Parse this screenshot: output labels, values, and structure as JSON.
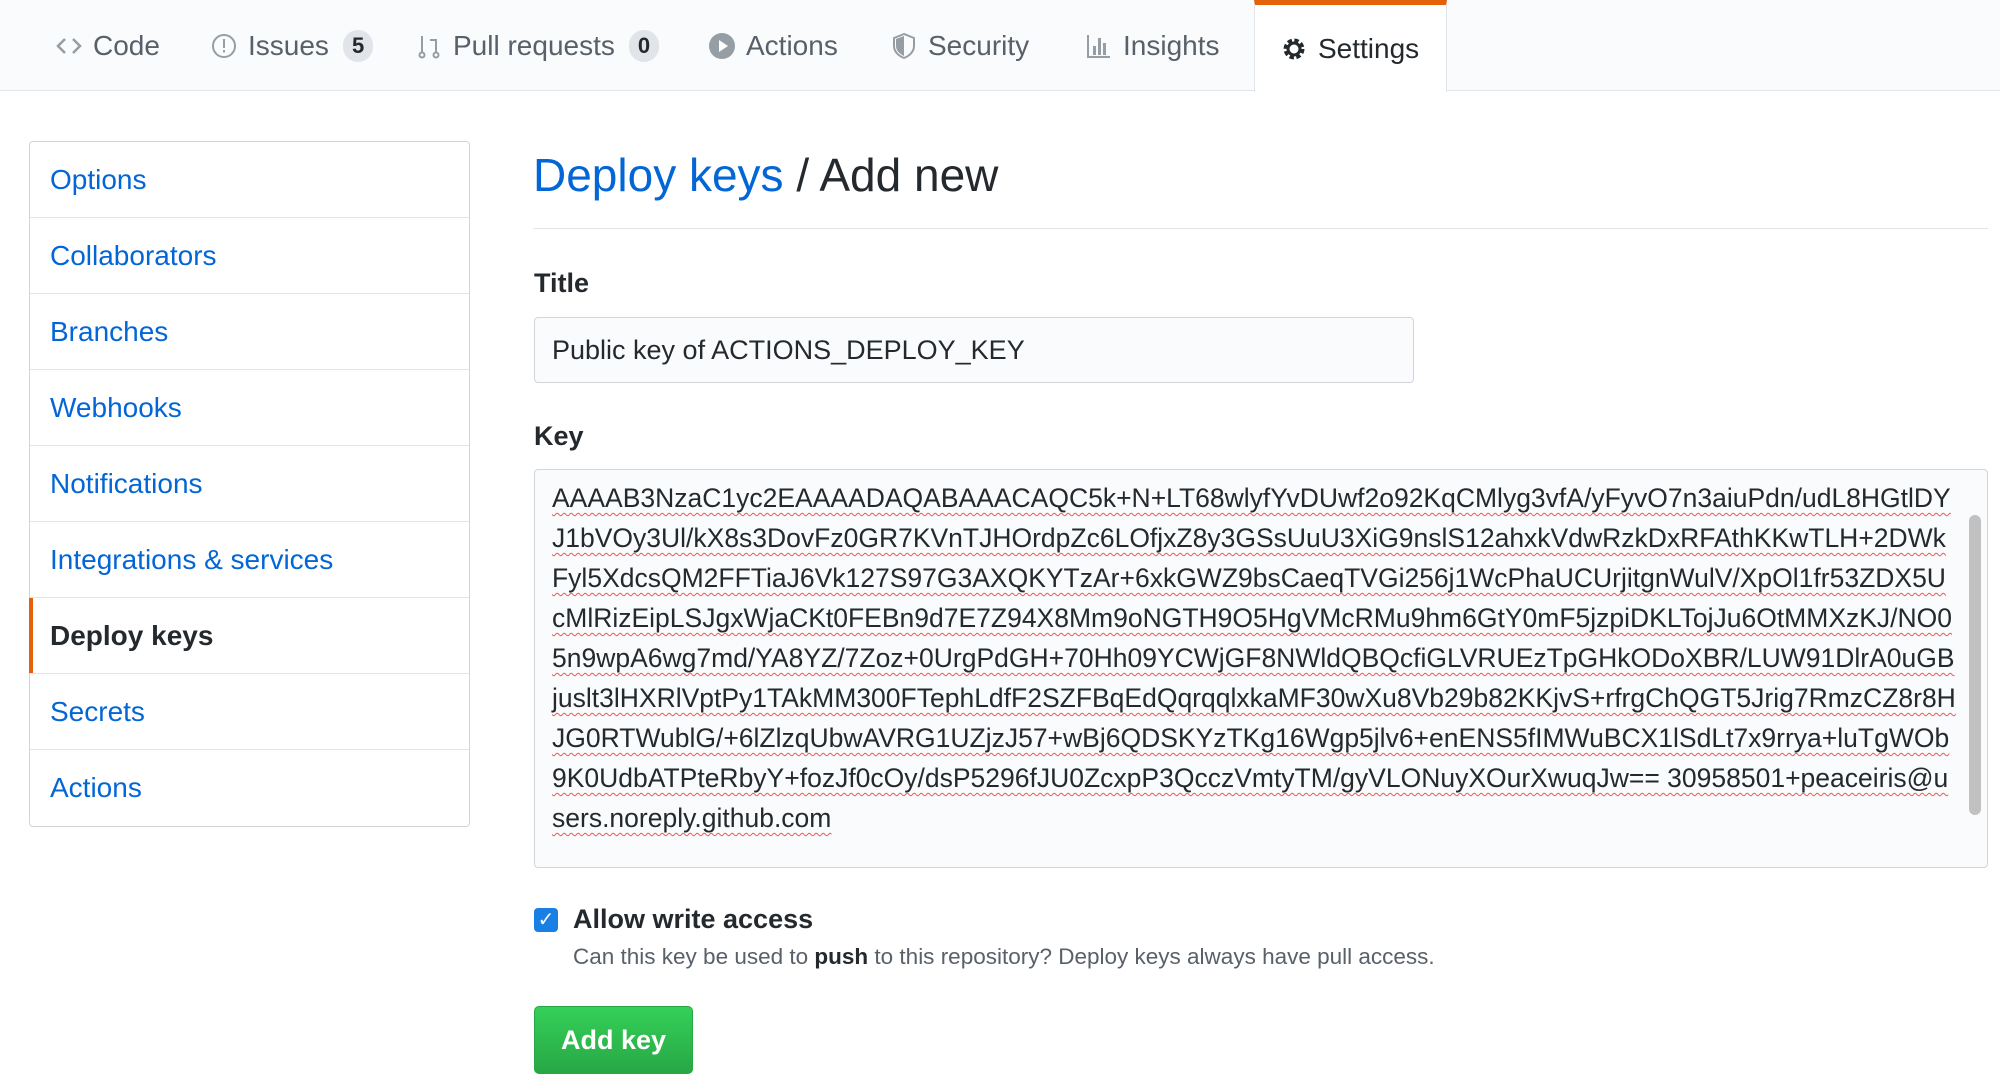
{
  "nav": {
    "tabs": [
      {
        "label": "Code",
        "icon": "code-icon"
      },
      {
        "label": "Issues",
        "icon": "issue-icon",
        "count": "5"
      },
      {
        "label": "Pull requests",
        "icon": "pull-request-icon",
        "count": "0"
      },
      {
        "label": "Actions",
        "icon": "play-icon"
      },
      {
        "label": "Security",
        "icon": "shield-icon"
      },
      {
        "label": "Insights",
        "icon": "graph-icon"
      },
      {
        "label": "Settings",
        "icon": "gear-icon",
        "selected": true
      }
    ]
  },
  "sidebar": {
    "items": [
      {
        "label": "Options"
      },
      {
        "label": "Collaborators"
      },
      {
        "label": "Branches"
      },
      {
        "label": "Webhooks"
      },
      {
        "label": "Notifications"
      },
      {
        "label": "Integrations & services"
      },
      {
        "label": "Deploy keys",
        "selected": true
      },
      {
        "label": "Secrets"
      },
      {
        "label": "Actions"
      }
    ]
  },
  "header": {
    "link": "Deploy keys",
    "separator": " / ",
    "title": "Add new"
  },
  "form": {
    "title_label": "Title",
    "title_value": "Public key of ACTIONS_DEPLOY_KEY",
    "key_label": "Key",
    "key_value": "AAAAB3NzaC1yc2EAAAADAQABAAACAQC5k+N+LT68wlyfYvDUwf2o92KqCMlyg3vfA/yFyvO7n3aiuPdn/udL8HGtlDYJ1bVOy3Ul/kX8s3DovFz0GR7KVnTJHOrdpZc6LOfjxZ8y3GSsUuU3XiG9nslS12ahxkVdwRzkDxRFAthKKwTLH+2DWkFyl5XdcsQM2FFTiaJ6Vk127S97G3AXQKYTzAr+6xkGWZ9bsCaeqTVGi256j1WcPhaUCUrjitgnWulV/XpOl1fr53ZDX5UcMlRizEipLSJgxWjaCKt0FEBn9d7E7Z94X8Mm9oNGTH9O5HgVMcRMu9hm6GtY0mF5jzpiDKLTojJu6OtMMXzKJ/NO05n9wpA6wg7md/YA8YZ/7Zoz+0UrgPdGH+70Hh09YCWjGF8NWldQBQcfiGLVRUEzTpGHkODoXBR/LUW91DlrA0uGBjuslt3lHXRlVptPy1TAkMM300FTephLdfF2SZFBqEdQqrqqlxkaMF30wXu8Vb29b82KKjvS+rfrgChQGT5Jrig7RmzCZ8r8HJG0RTWublG/+6lZlzqUbwAVRG1UZjzJ57+wBj6QDSKYzTKg16Wgp5jlv6+enENS5fIMWuBCX1lSdLt7x9rrya+luTgWOb9K0UdbATPteRbyY+fozJf0cOy/dsP5296fJU0ZcxpP3QcczVmtyTM/gyVLONuyXOurXwuqJw== 30958501+peaceiris@users.noreply.github.com",
    "allow_write_checked": true,
    "allow_write_label": "Allow write access",
    "note_pre": "Can this key be used to ",
    "note_bold": "push",
    "note_post": " to this repository? Deploy keys always have pull access.",
    "submit_label": "Add key"
  },
  "colors": {
    "accent": "#e36209",
    "link": "#0366d6",
    "button": "#28a745"
  }
}
